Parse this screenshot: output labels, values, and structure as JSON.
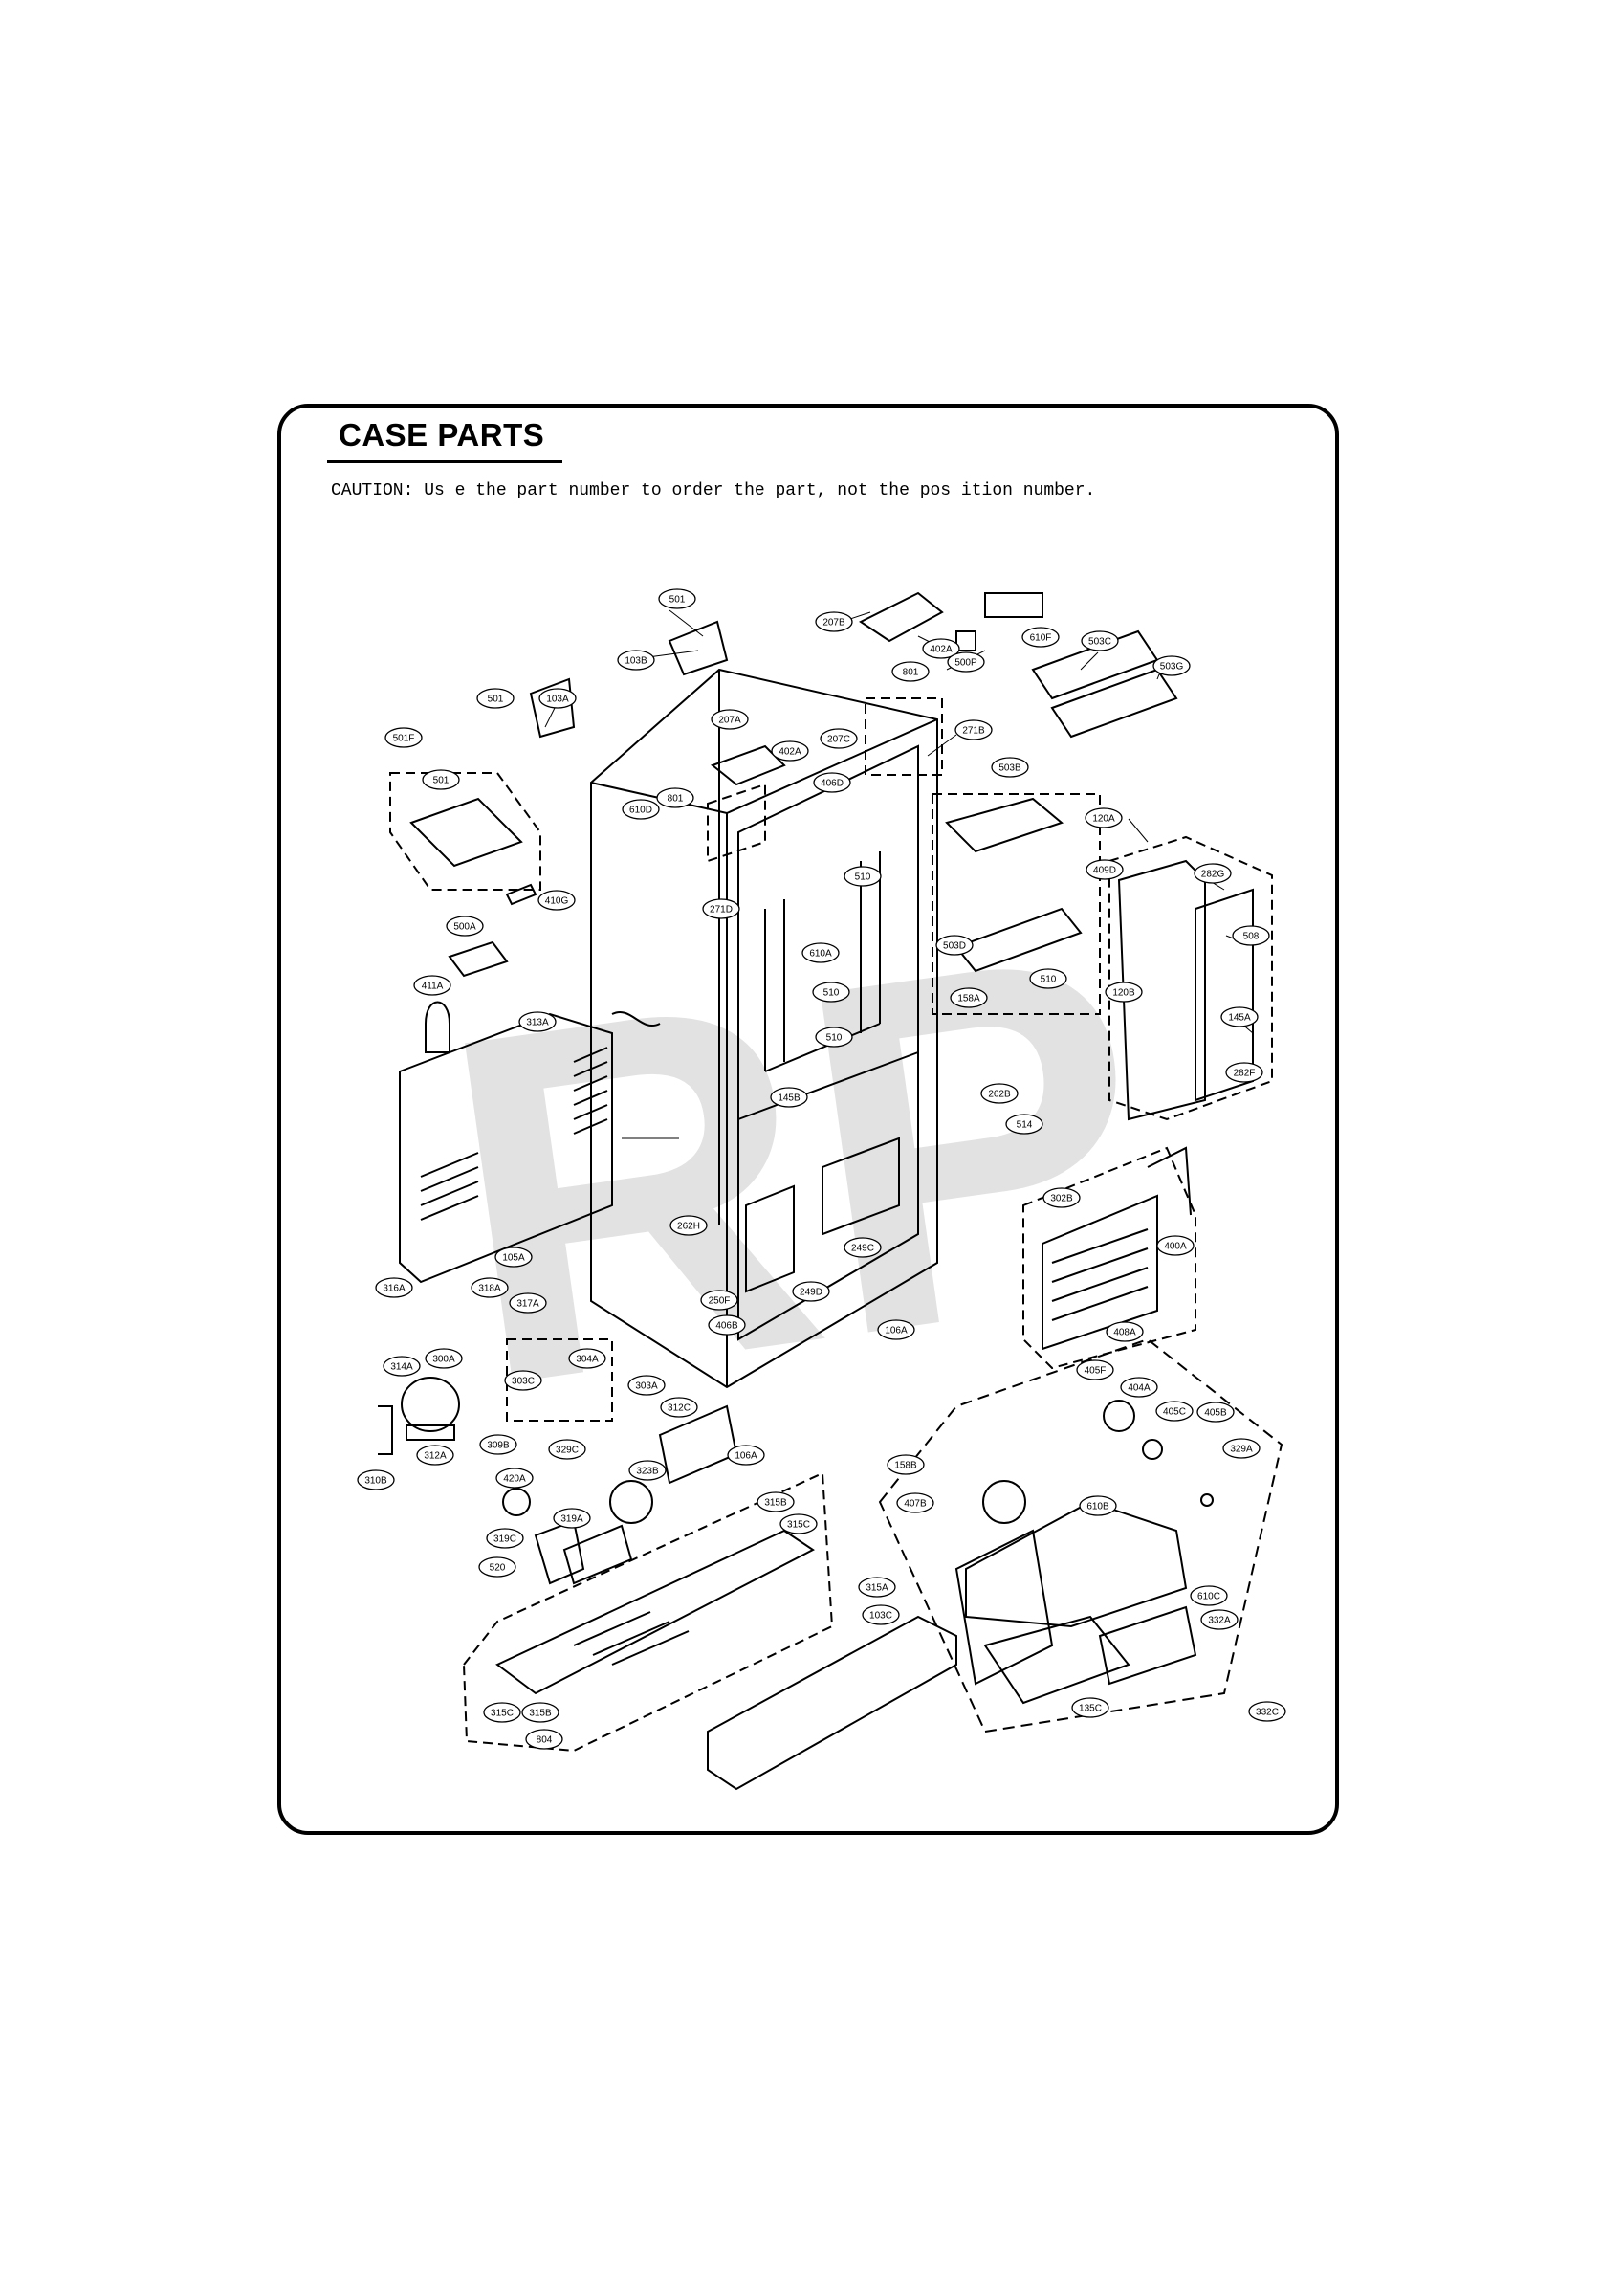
{
  "header": {
    "title": "CASE PARTS",
    "caution": "CAUTION: Us e the part number to order the part, not the pos ition number."
  },
  "watermark": {
    "text": "RP"
  },
  "callouts": [
    "501",
    "103B",
    "207B",
    "402A",
    "610F",
    "503C",
    "503G",
    "801",
    "500P",
    "501",
    "103A",
    "207A",
    "402A",
    "207C",
    "271B",
    "406D",
    "503B",
    "501F",
    "501",
    "610D",
    "801",
    "409D",
    "120A",
    "282G",
    "410G",
    "271D",
    "510",
    "503D",
    "508",
    "500A",
    "610A",
    "158A",
    "510",
    "120B",
    "145A",
    "411A",
    "313A",
    "510",
    "510",
    "145B",
    "282F",
    "262B",
    "514",
    "302B",
    "262H",
    "249C",
    "400A",
    "105A",
    "316A",
    "318A",
    "317A",
    "250F",
    "249D",
    "406B",
    "408A",
    "106A",
    "314A",
    "300A",
    "304A",
    "303C",
    "303A",
    "405F",
    "404A",
    "405C",
    "405B",
    "312C",
    "329A",
    "309B",
    "329C",
    "106A",
    "158B",
    "310B",
    "312A",
    "420A",
    "323B",
    "315B",
    "407B",
    "610B",
    "315C",
    "319A",
    "319C",
    "520",
    "610C",
    "315A",
    "332A",
    "103C",
    "135C",
    "315C",
    "315B",
    "804",
    "332C"
  ]
}
